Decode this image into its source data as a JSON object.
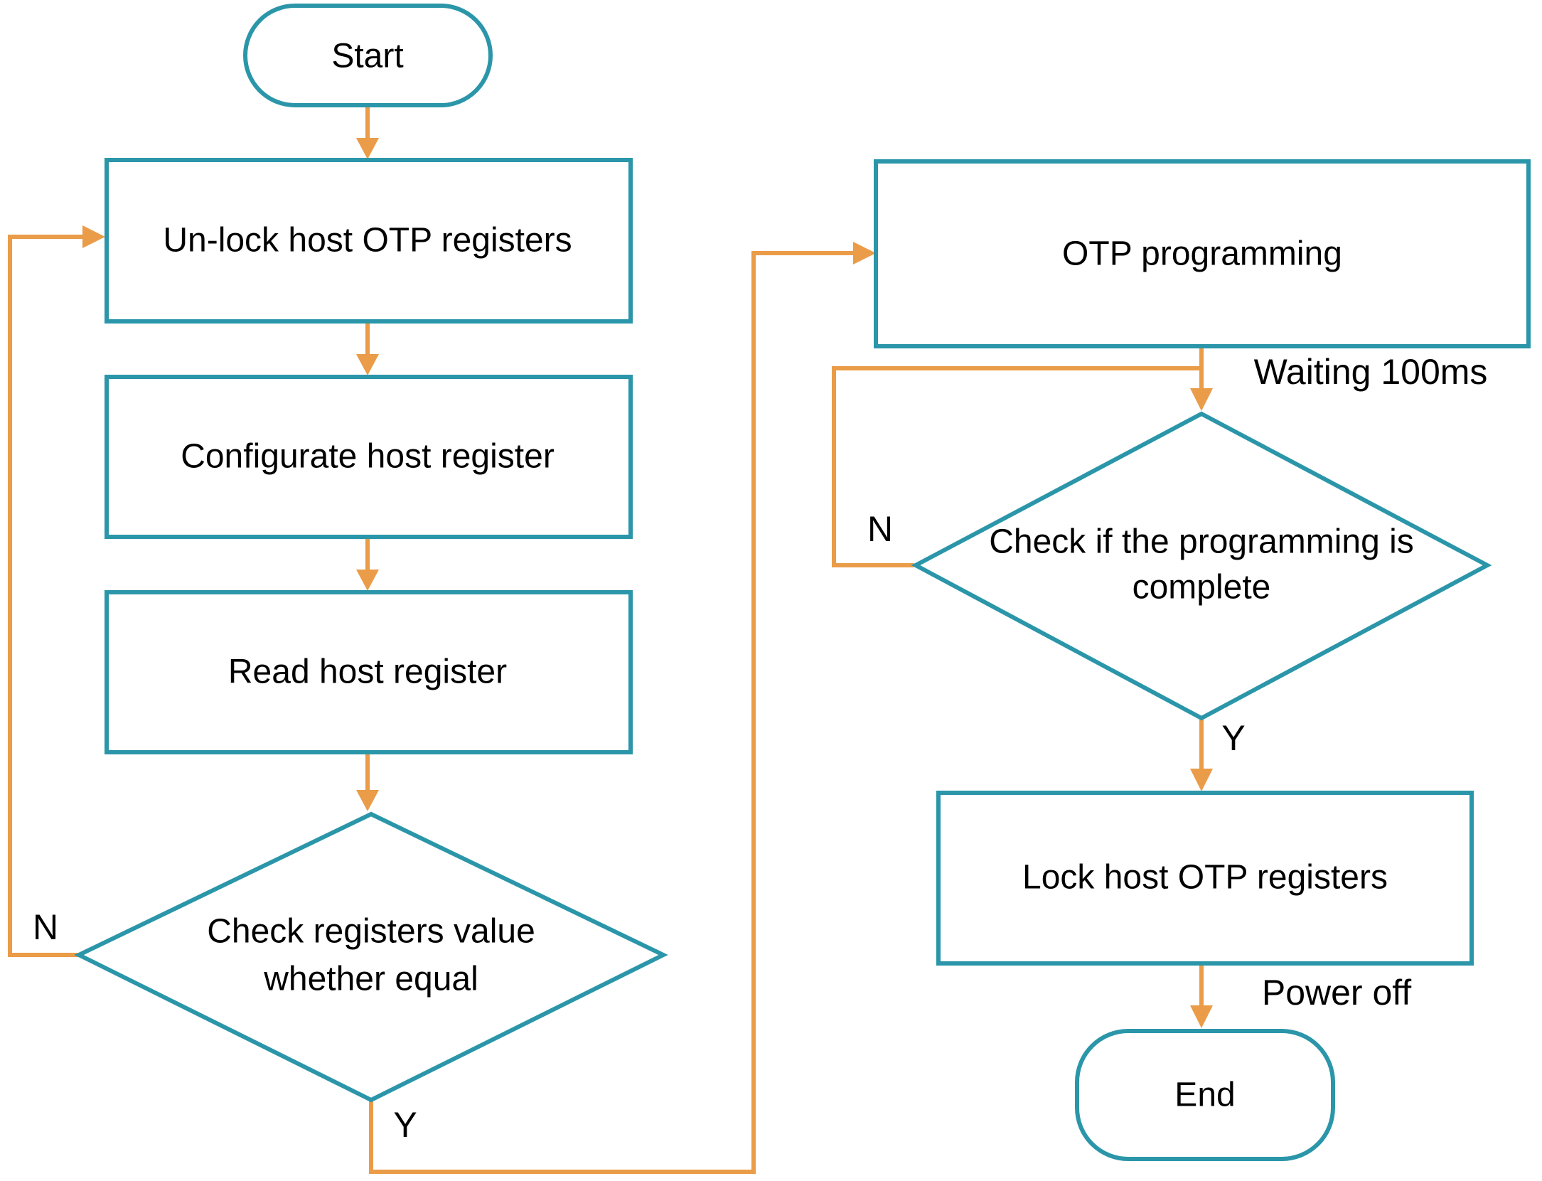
{
  "colors": {
    "shape_stroke": "#2B96A9",
    "arrow": "#EA9C48",
    "text": "#000000",
    "background": "#FFFFFF"
  },
  "nodes": {
    "start": {
      "label": "Start"
    },
    "unlock": {
      "label": "Un-lock host OTP registers"
    },
    "configurate": {
      "label": "Configurate host register"
    },
    "read": {
      "label": "Read host register"
    },
    "check_equal": {
      "line1": "Check registers value",
      "line2": "whether equal"
    },
    "otp_programming": {
      "label": "OTP programming"
    },
    "check_complete": {
      "line1": "Check if the programming is",
      "line2": "complete"
    },
    "lock": {
      "label": "Lock host OTP registers"
    },
    "end": {
      "label": "End"
    }
  },
  "edge_labels": {
    "check_equal_no": "N",
    "check_equal_yes": "Y",
    "check_complete_no": "N",
    "check_complete_yes": "Y",
    "waiting": "Waiting 100ms",
    "power_off": "Power off"
  }
}
